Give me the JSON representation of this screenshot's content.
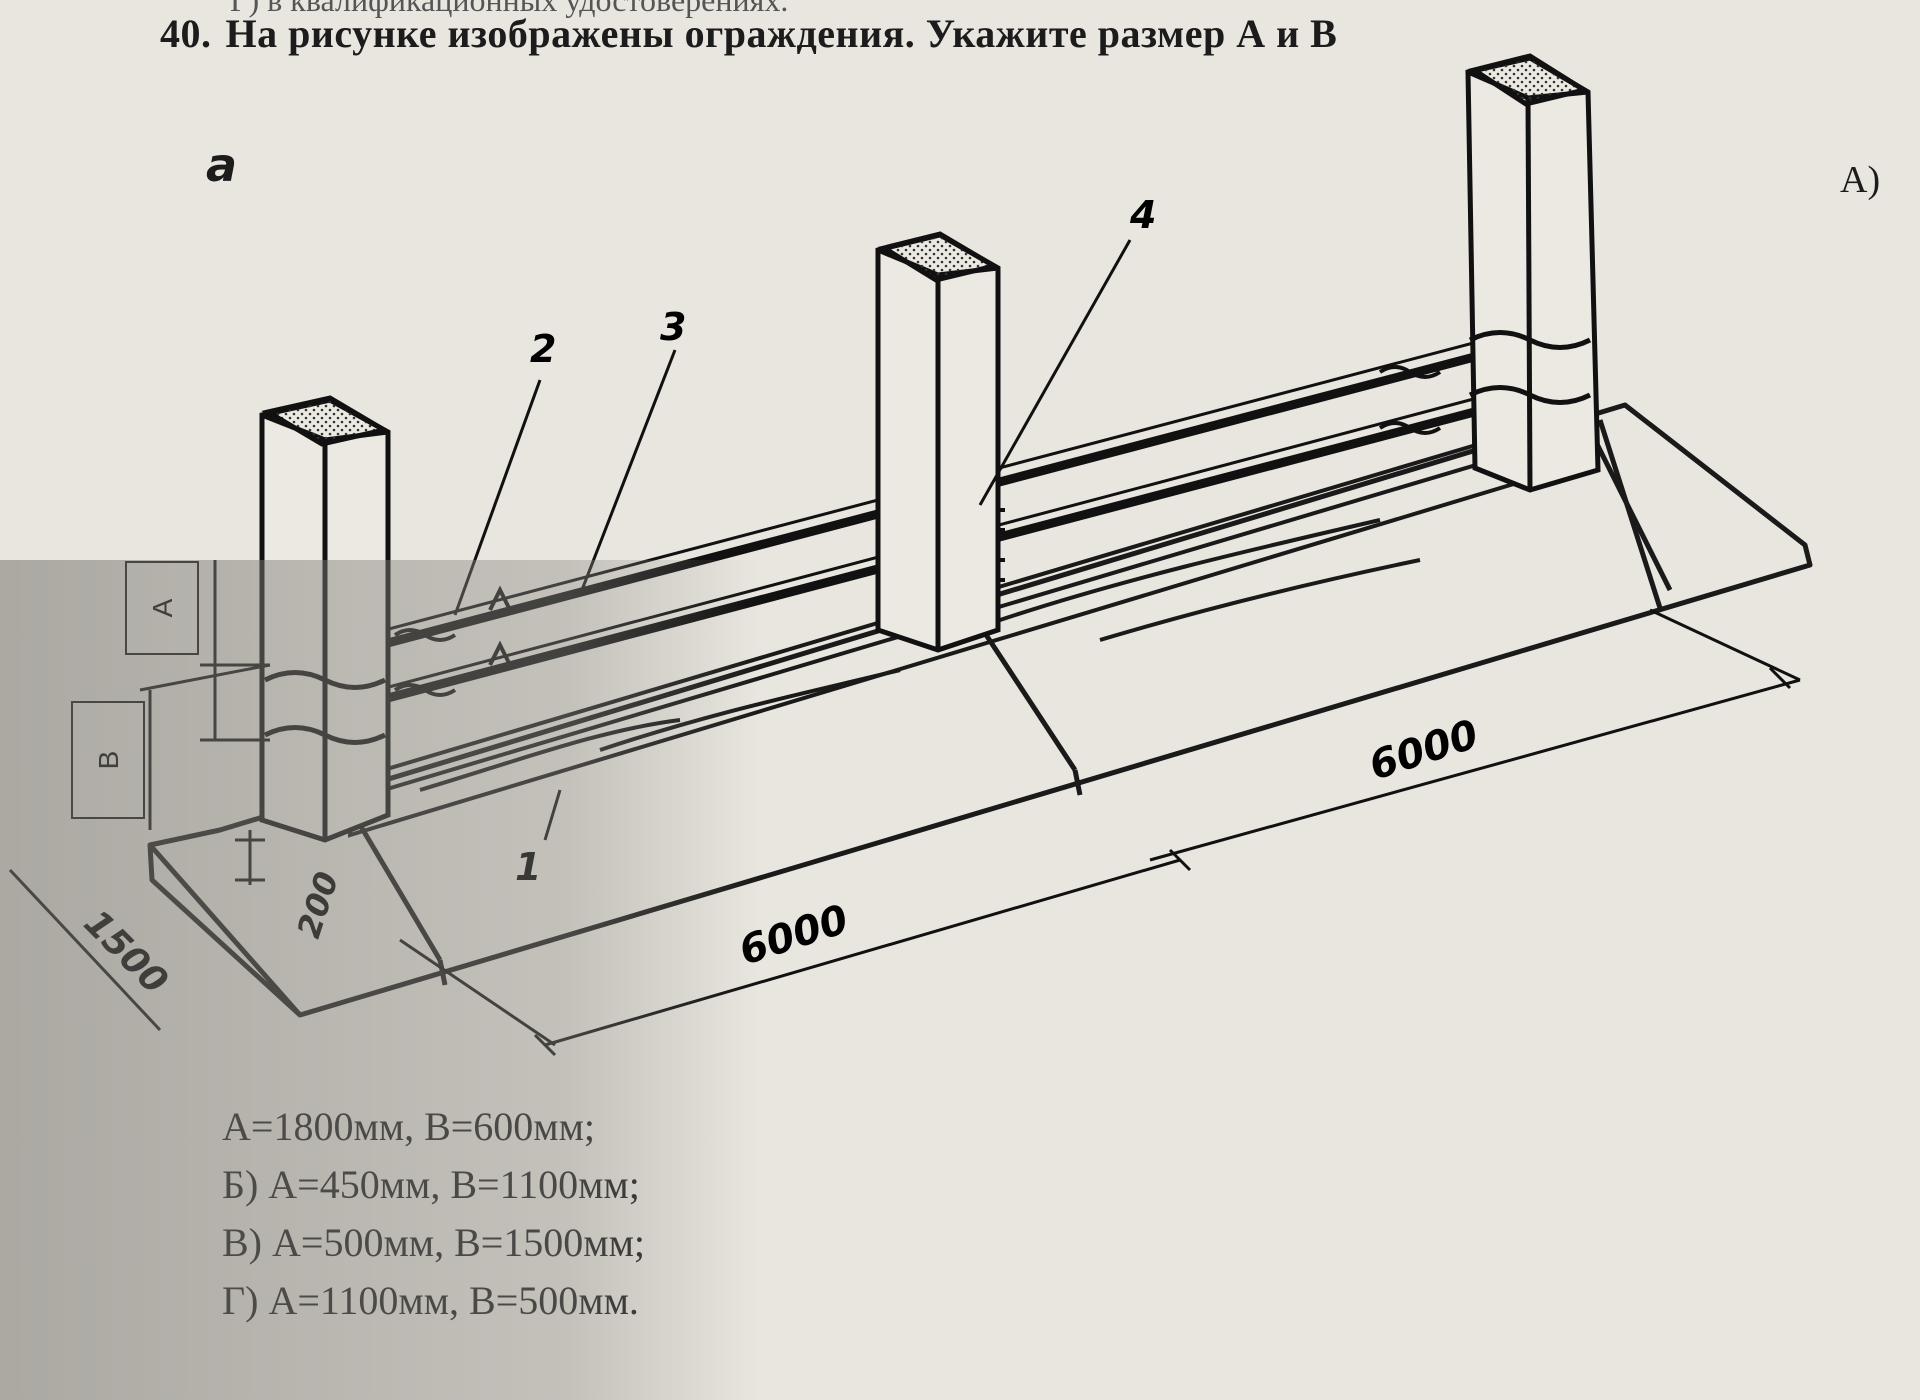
{
  "previous_line": "Г) в квалификационных удостоверениях.",
  "question": {
    "number": "40.",
    "text": "На рисунке изображены ограждения. Укажите размер А и В"
  },
  "figure": {
    "letter": "а",
    "side_marker": "А)",
    "dim_boxes": {
      "a": "А",
      "b": "В"
    },
    "callouts": [
      "1",
      "2",
      "3",
      "4"
    ],
    "dims": {
      "width": "1500",
      "height": "200",
      "span1": "6000",
      "span2": "6000"
    }
  },
  "options": [
    "А=1800мм, В=600мм;",
    "Б) А=450мм, В=1100мм;",
    "В) А=500мм, В=1500мм;",
    "Г) А=1100мм, В=500мм."
  ]
}
